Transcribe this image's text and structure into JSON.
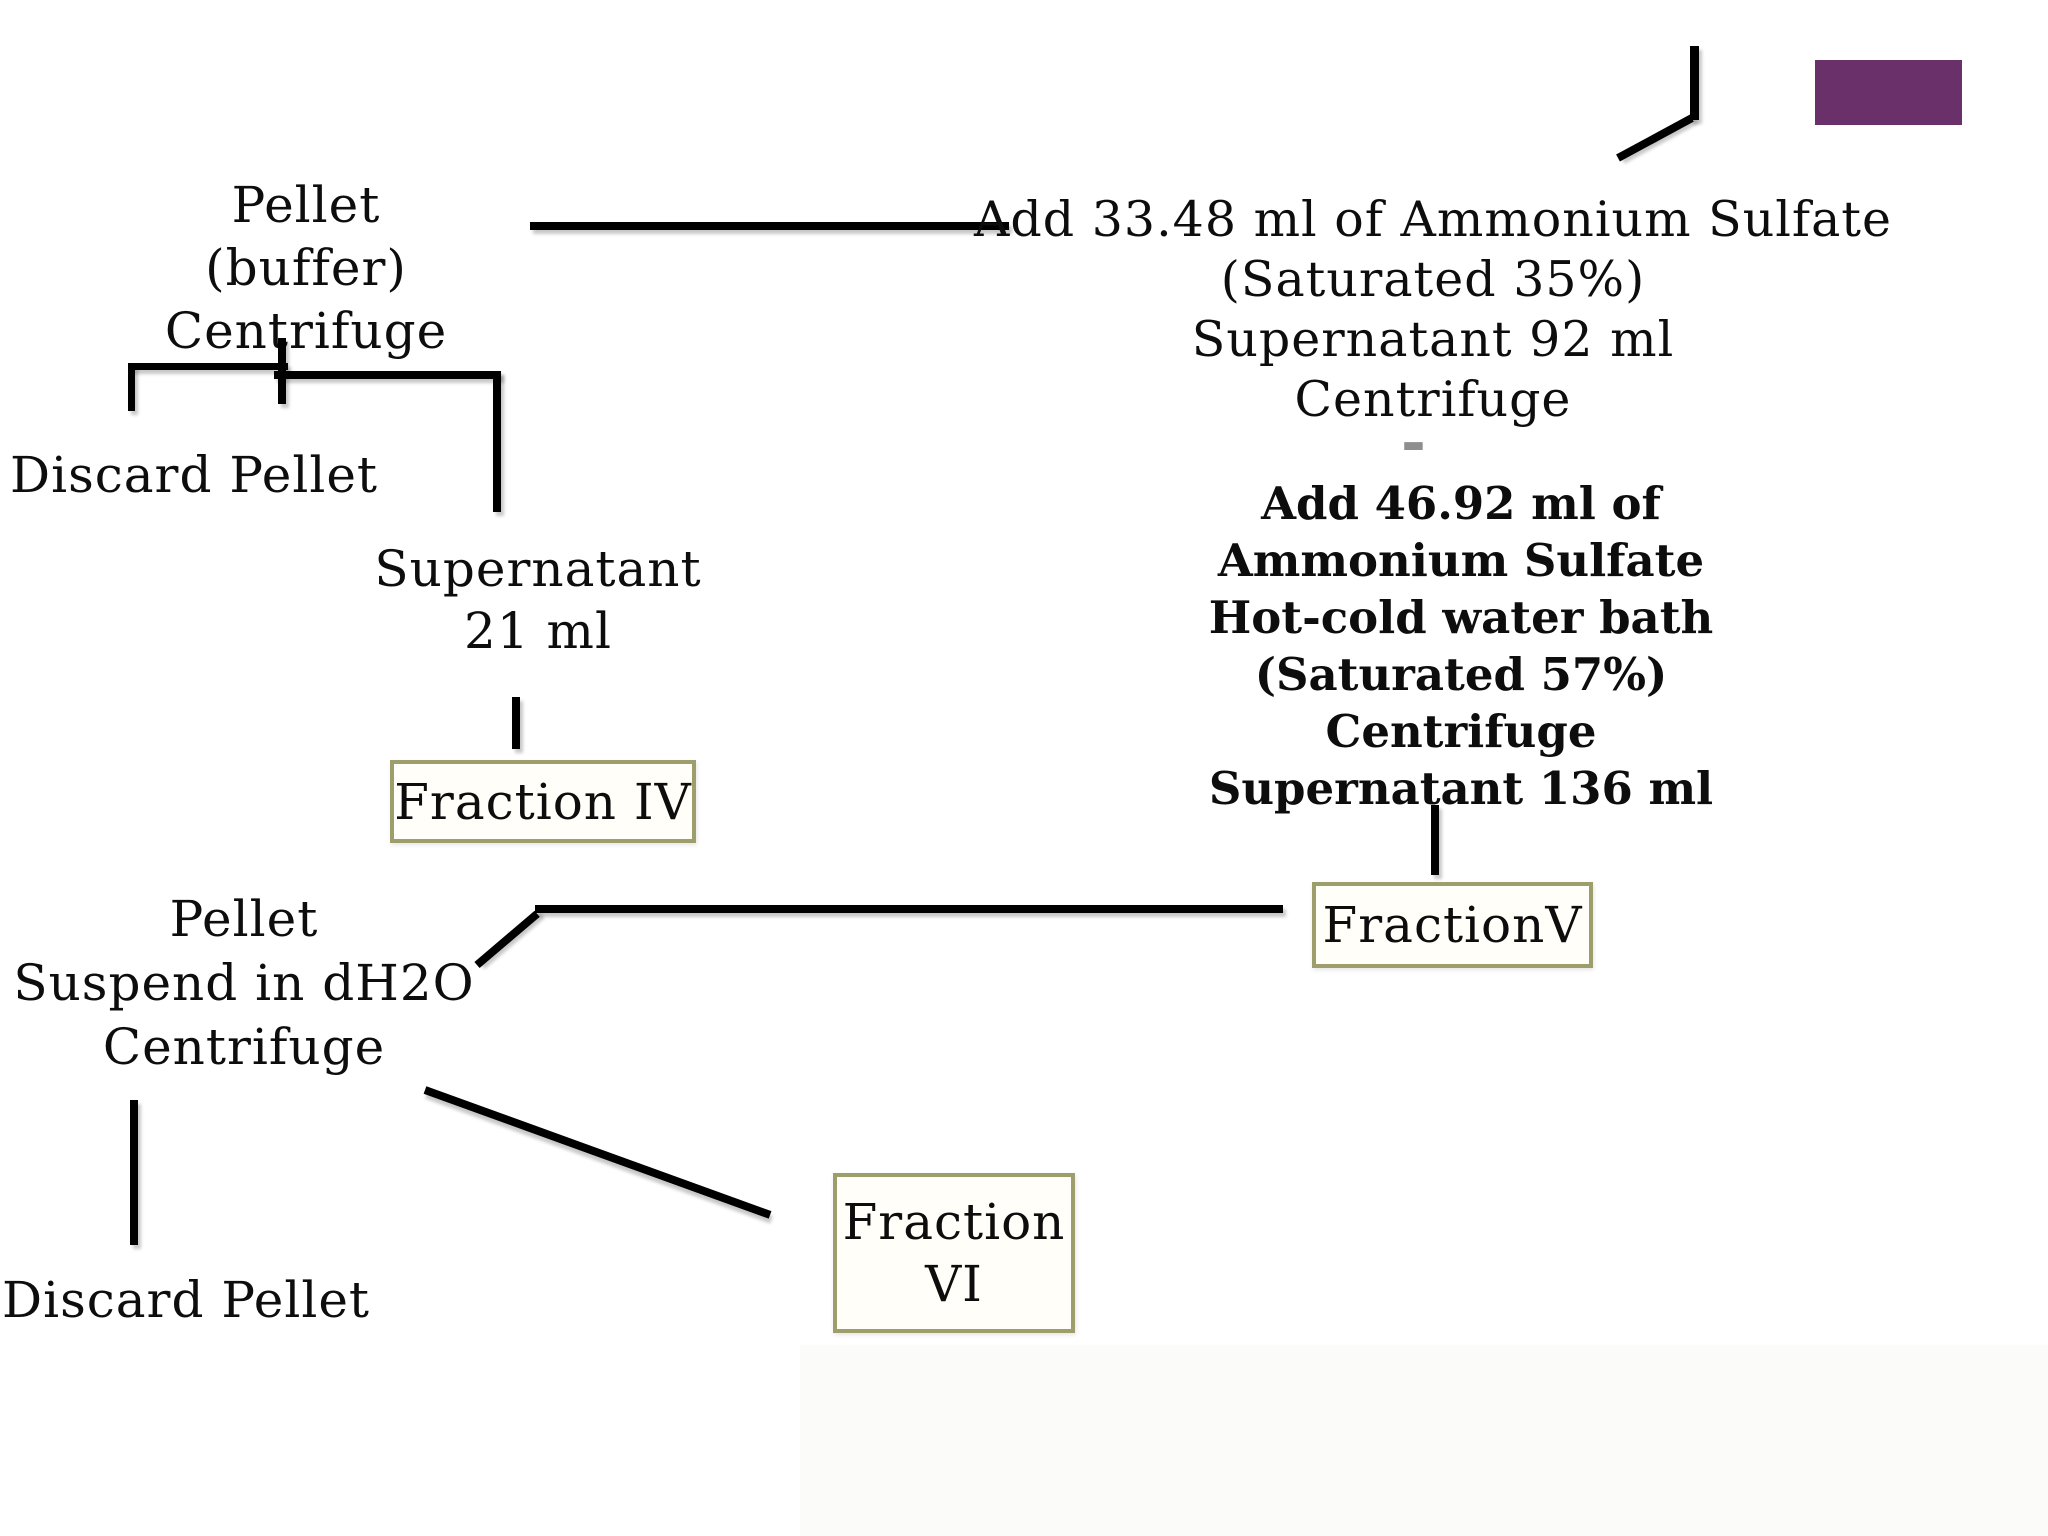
{
  "slide": {
    "background_color": "#ffffff",
    "accent_rect_color": "#693069",
    "box_border_color": "#9e9e6c",
    "connector_color": "#000000",
    "text_color": "#0d0d0d"
  },
  "flowchart": {
    "step_pellet_buffer": {
      "lines": [
        "Pellet",
        "(buffer)",
        "Centrifuge"
      ]
    },
    "discard_pellet_top": {
      "label": "Discard Pellet"
    },
    "step_ammonium_sulfate_35": {
      "lines": [
        "Add 33.48 ml of Ammonium Sulfate",
        "(Saturated 35%)",
        "Supernatant 92 ml",
        "Centrifuge"
      ]
    },
    "separator_dash": {
      "label": "-"
    },
    "step_ammonium_sulfate_57": {
      "lines": [
        "Add 46.92 ml of",
        "Ammonium Sulfate",
        "Hot-cold water bath",
        "(Saturated 57%)",
        "Centrifuge",
        "Supernatant 136 ml"
      ]
    },
    "supernatant_21ml": {
      "lines": [
        "Supernatant",
        "21 ml"
      ]
    },
    "fraction_iv_box": {
      "label": "Fraction IV"
    },
    "fraction_v_box": {
      "label": "FractionV"
    },
    "step_pellet_dh2o": {
      "lines": [
        "Pellet",
        "Suspend in dH2O",
        "Centrifuge"
      ]
    },
    "discard_pellet_bottom": {
      "label": "Discard Pellet"
    },
    "fraction_vi_box": {
      "lines": [
        "Fraction",
        "VI"
      ]
    }
  }
}
